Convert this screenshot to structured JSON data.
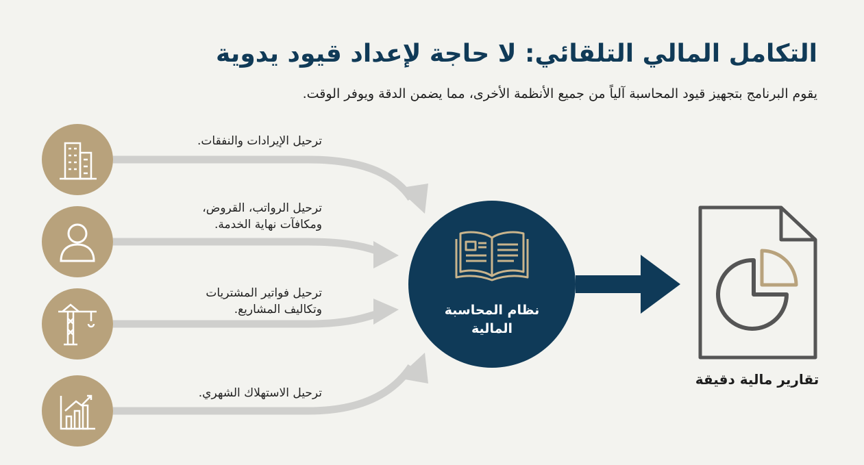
{
  "header": {
    "title": "التكامل المالي التلقائي: لا حاجة لإعداد قيود يدوية",
    "subtitle": "يقوم البرنامج بتجهيز قيود المحاسبة آلياً من جميع الأنظمة الأخرى، مما يضمن الدقة ويوفر الوقت."
  },
  "sources": [
    {
      "icon": "building-icon",
      "lines": [
        "ترحيل الإيرادات والنفقات."
      ]
    },
    {
      "icon": "person-icon",
      "lines": [
        "ترحيل الرواتب، القروض،",
        "ومكافآت نهاية الخدمة."
      ]
    },
    {
      "icon": "crane-icon",
      "lines": [
        "ترحيل فواتير المشتريات",
        "وتكاليف المشاريع."
      ]
    },
    {
      "icon": "bar-chart-icon",
      "lines": [
        "ترحيل الاستهلاك الشهري."
      ]
    }
  ],
  "center": {
    "icon": "open-book-icon",
    "lines": [
      "نظام المحاسبة",
      "المالية"
    ]
  },
  "output": {
    "icon": "pie-chart-document-icon",
    "label": "تقارير مالية دقيقة"
  },
  "colors": {
    "navy": "#0f3a58",
    "gold": "#b8a27c",
    "arrow": "#cfcfcd",
    "background": "#f3f3ef"
  }
}
